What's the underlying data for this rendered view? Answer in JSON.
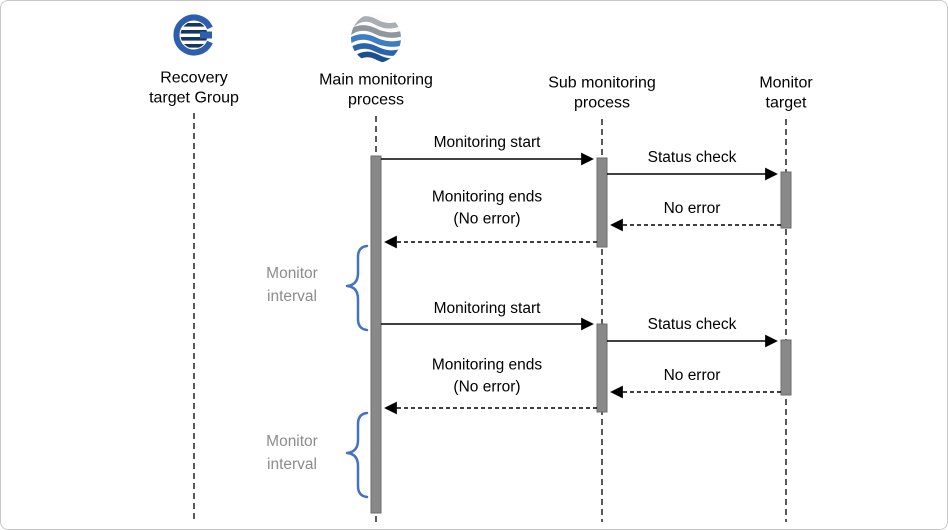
{
  "diagram": {
    "type": "sequence",
    "lifelines": [
      {
        "label": "Recovery\ntarget Group",
        "icon": "striped-g-logo"
      },
      {
        "label": "Main monitoring\nprocess",
        "icon": "wave-sphere-logo"
      },
      {
        "label": "Sub monitoring\nprocess"
      },
      {
        "label": "Monitor\ntarget"
      }
    ],
    "messages": [
      {
        "label": "Monitoring start",
        "from": "Main monitoring process",
        "to": "Sub monitoring process",
        "line": "solid"
      },
      {
        "label": "Status check",
        "from": "Sub monitoring process",
        "to": "Monitor target",
        "line": "solid"
      },
      {
        "label": "No error",
        "from": "Monitor target",
        "to": "Sub monitoring process",
        "line": "dashed"
      },
      {
        "label": "Monitoring ends\n(No error)",
        "from": "Sub monitoring process",
        "to": "Main monitoring process",
        "line": "dashed"
      },
      {
        "label": "Monitoring start",
        "from": "Main monitoring process",
        "to": "Sub monitoring process",
        "line": "solid"
      },
      {
        "label": "Status check",
        "from": "Sub monitoring process",
        "to": "Monitor target",
        "line": "solid"
      },
      {
        "label": "No error",
        "from": "Monitor target",
        "to": "Sub monitoring process",
        "line": "dashed"
      },
      {
        "label": "Monitoring ends\n(No error)",
        "from": "Sub monitoring process",
        "to": "Main monitoring process",
        "line": "dashed"
      }
    ],
    "intervals": [
      {
        "label": "Monitor\ninterval"
      },
      {
        "label": "Monitor\ninterval"
      }
    ],
    "colors": {
      "background": "#FFFFFF",
      "border": "#C9C9C9",
      "lifeline": "#000000",
      "activation_fill": "#898989",
      "activation_border": "#6B6B6B",
      "arrow": "#000000",
      "brace": "#4472C4",
      "interval_text": "#8C8C8C",
      "logo_blue": "#2E5FAC",
      "logo_navy": "#17365D",
      "wave_gray": "#9DA3AA",
      "wave_blue": "#2E75B6",
      "wave_dark_blue": "#1F4E79"
    }
  }
}
